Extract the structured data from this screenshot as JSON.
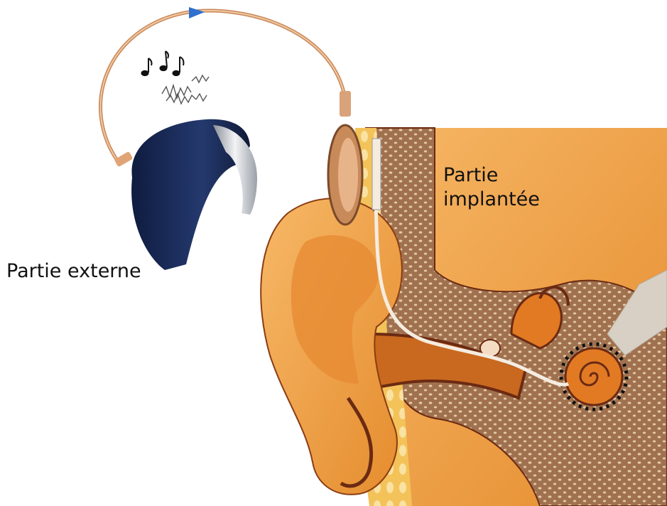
{
  "labels": {
    "external_part": "Partie externe",
    "implanted_part_line1": "Partie",
    "implanted_part_line2": "implantée"
  },
  "colors": {
    "processor": "#1b2a55",
    "skin": "#f0a24c",
    "skin_dark": "#c9691f",
    "bone": "#a0714f",
    "bone_dots": "#e3c9a8",
    "fat": "#f3c35a",
    "cable": "#d59b6c",
    "arrow": "#2f6fd0",
    "outline": "#6b2a12"
  },
  "icons": [
    "music-notes-icon",
    "sound-wave-icon"
  ]
}
